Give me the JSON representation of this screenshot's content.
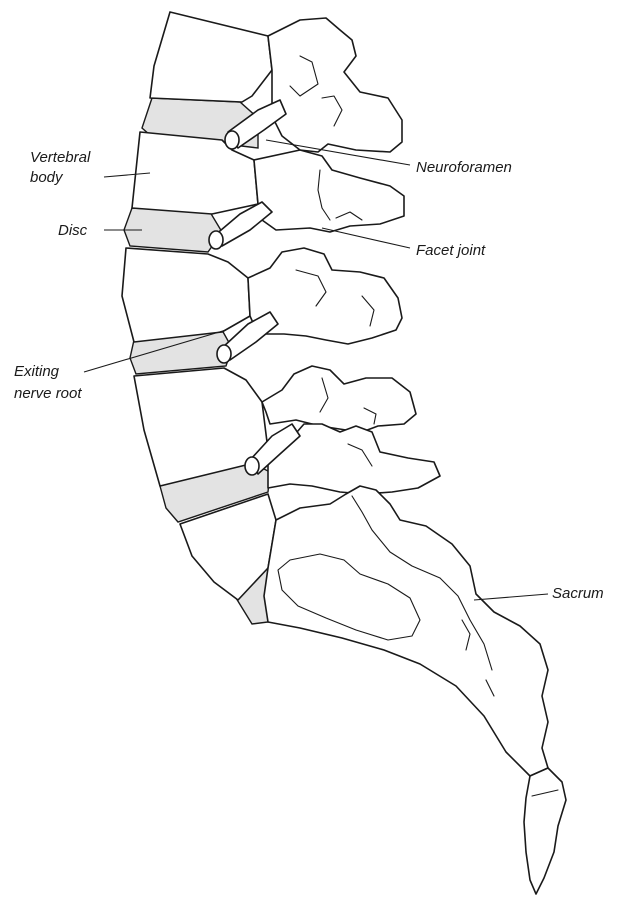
{
  "labels": {
    "vertebral_body_line1": "Vertebral",
    "vertebral_body_line2": "body",
    "disc": "Disc",
    "exiting_nerve_root_line1": "Exiting",
    "exiting_nerve_root_line2": "nerve root",
    "neuroforamen": "Neuroforamen",
    "facet_joint": "Facet joint",
    "sacrum": "Sacrum"
  },
  "colors": {
    "disc_fill": "#e3e3e3",
    "line": "#1a1a1a",
    "background": "#ffffff"
  }
}
